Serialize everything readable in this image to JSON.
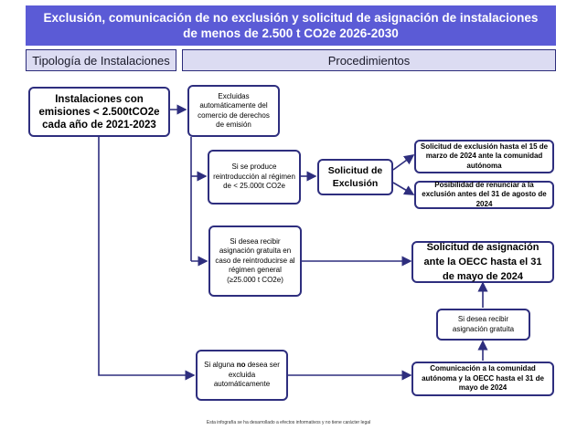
{
  "title": "Exclusión, comunicación de no exclusión y solicitud de asignación de instalaciones de menos de 2.500 t CO2e 2026-2030",
  "headers": {
    "tipologia": "Tipología de Instalaciones",
    "procedimientos": "Procedimientos"
  },
  "nodes": {
    "instalaciones": "Instalaciones con emisiones < 2.500tCO2e cada año de 2021-2023",
    "excluidas": "Excluidas automáticamente del comercio de derechos de emisión",
    "reintroduccion": "Si se produce reintroducción al régimen de < 25.000t CO2e",
    "solicitud_exclusion": "Solicitud de Exclusión",
    "solicitud_exclusion_plazo": "Solicitud de exclusión hasta el 15 de marzo de 2024 ante la comunidad autónoma",
    "renunciar": "Posibilidad de renunciar a la exclusión antes del 31 de agosto de 2024",
    "asignacion_gratuita_reintro": "Si desea recibir asignación gratuita en caso de reintroducirse al régimen general (≥25.000 t CO2e)",
    "solicitud_asignacion": "Solicitud de asignación ante la OECC hasta el 31 de mayo de 2024",
    "desea_asignacion": "Si desea recibir asignación gratuita",
    "no_excluida_pre": "Si alguna ",
    "no_excluida_bold": "no",
    "no_excluida_post": " desea ser excluida automáticamente",
    "comunicacion": "Comunicación a la comunidad autónoma y la OECC hasta el 31 de mayo de 2024"
  },
  "footer": "Esta infografía se ha desarrollado a efectos informativos y no tiene carácter legal",
  "colors": {
    "title_bg": "#5b5bd6",
    "header_bg": "#dcdcf2",
    "line": "#2e2e7e"
  }
}
